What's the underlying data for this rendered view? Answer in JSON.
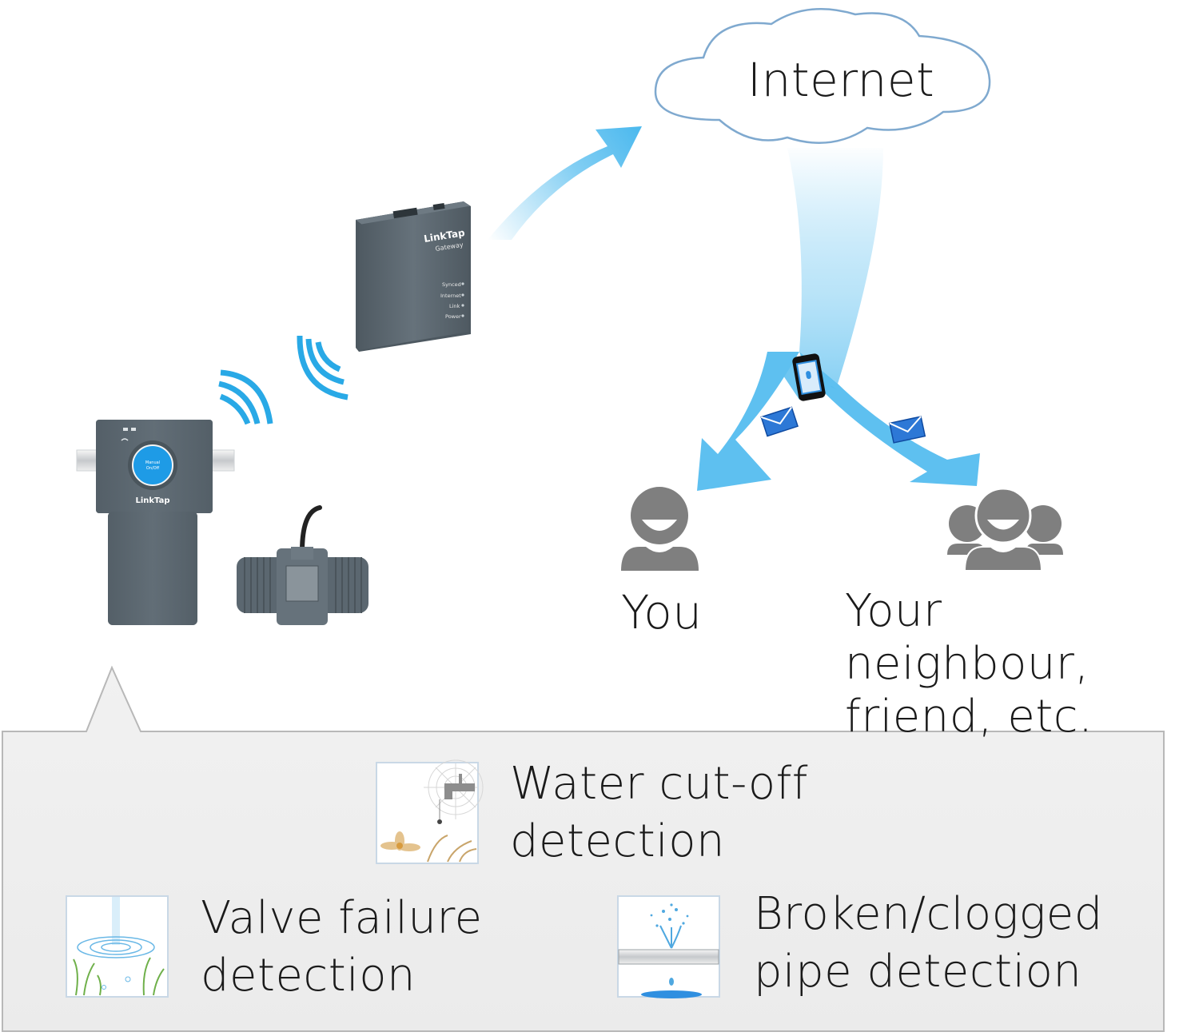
{
  "cloud": {
    "label": "Internet"
  },
  "recipients": {
    "you": "You",
    "others_line1": "Your neighbour,",
    "others_line2": "friend, etc."
  },
  "gateway": {
    "brand": "LinkTap",
    "model": "Gateway",
    "leds": [
      "Synced",
      "Internet",
      "Link",
      "Power"
    ]
  },
  "valve": {
    "brand": "LinkTap",
    "button_line1": "Manual",
    "button_line2": "On/Off"
  },
  "detections": [
    {
      "line1": "Water cut-off",
      "line2": "detection",
      "icon": "dry-tap-icon"
    },
    {
      "line1": "Valve failure",
      "line2": "detection",
      "icon": "water-ripple-icon"
    },
    {
      "line1": "Broken/clogged",
      "line2": "pipe detection",
      "icon": "leaking-pipe-icon"
    }
  ],
  "colors": {
    "flow_blue": "#4cb9ee",
    "device_gray": "#5b6770",
    "panel_bg": "#efefef",
    "panel_border": "#b8b8b8",
    "person_gray": "#7f7f7f",
    "cloud_stroke": "#7fa9cf"
  }
}
